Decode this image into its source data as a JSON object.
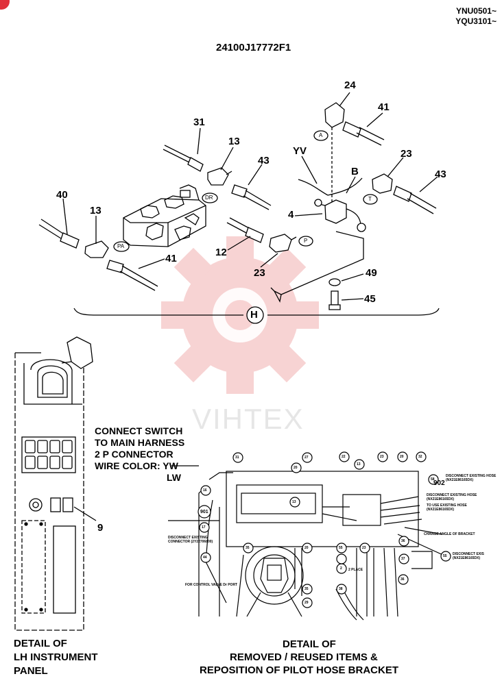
{
  "header": {
    "serial_1": "YNU0501~",
    "serial_2": "YQU3101~",
    "part_number": "24100J17772F1"
  },
  "top_callouts": {
    "c24": "24",
    "c41a": "41",
    "c31": "31",
    "c13a": "13",
    "c43a": "43",
    "cYV": "YV",
    "cB": "B",
    "c23a": "23",
    "c43b": "43",
    "c40": "40",
    "c13b": "13",
    "c4": "4",
    "c12": "12",
    "c41b": "41",
    "c23b": "23",
    "c49": "49",
    "c45": "45"
  },
  "port_labels": {
    "A": "A",
    "DR": "DR",
    "T": "T",
    "PA": "PA",
    "P": "P"
  },
  "detail_marker": "H",
  "panel": {
    "note_line1": "CONNECT SWITCH",
    "note_line2": "TO MAIN HARNESS",
    "note_line3": "2 P CONNECTOR",
    "note_line4": "WIRE COLOR: YW",
    "note_line5": "LW",
    "callout_9": "9",
    "caption_line1": "DETAIL OF",
    "caption_line2": "LH INSTRUMENT",
    "caption_line3": "PANEL"
  },
  "lower_detail": {
    "circles": [
      "31",
      "27",
      "20",
      "22",
      "13",
      "23",
      "20",
      "32",
      "58",
      "16",
      "13",
      "901",
      "17",
      "44",
      "35",
      "20",
      "55",
      "23",
      "36",
      "37",
      "55",
      "36",
      "35",
      "29",
      "38",
      "2"
    ],
    "box_902": "902",
    "note_disconnect_hose": "DISCONNECT EXISTING HOSE",
    "note_disconnect_hose_code": "(NX21E86165DX)",
    "note_disconnect_hose2": "DISCONNECT EXISTING HOSE",
    "note_disconnect_hose2_code": "(NX21E86165DX)",
    "note_to_use": "TO USE EXISTING HOSE",
    "note_to_use_code": "(NX21E86165DX)",
    "note_change_angle": "CHANGE ANGLE OF BRACKET",
    "note_disconnect_exist": "DISCONNECT EXIS",
    "note_disconnect_exist_code": "(NX21E86165DX)",
    "note_connector_l1": "DISCONNECT EXISTING",
    "note_connector_l2": "CONNECTOR (2Y22706800)",
    "note_control_valve": "FOR CONTROL VALVE Dr PORT",
    "note_2_place": "2 PLACE",
    "caption_line1": "DETAIL OF",
    "caption_line2": "REMOVED / REUSED ITEMS &",
    "caption_line3": "REPOSITION OF PILOT HOSE BRACKET"
  },
  "watermark": {
    "text": "VIHTEX",
    "color": "#f4c2c2"
  },
  "colors": {
    "line": "#000000",
    "watermark": "#f2b8b8",
    "corner_badge": "#e0303a"
  }
}
